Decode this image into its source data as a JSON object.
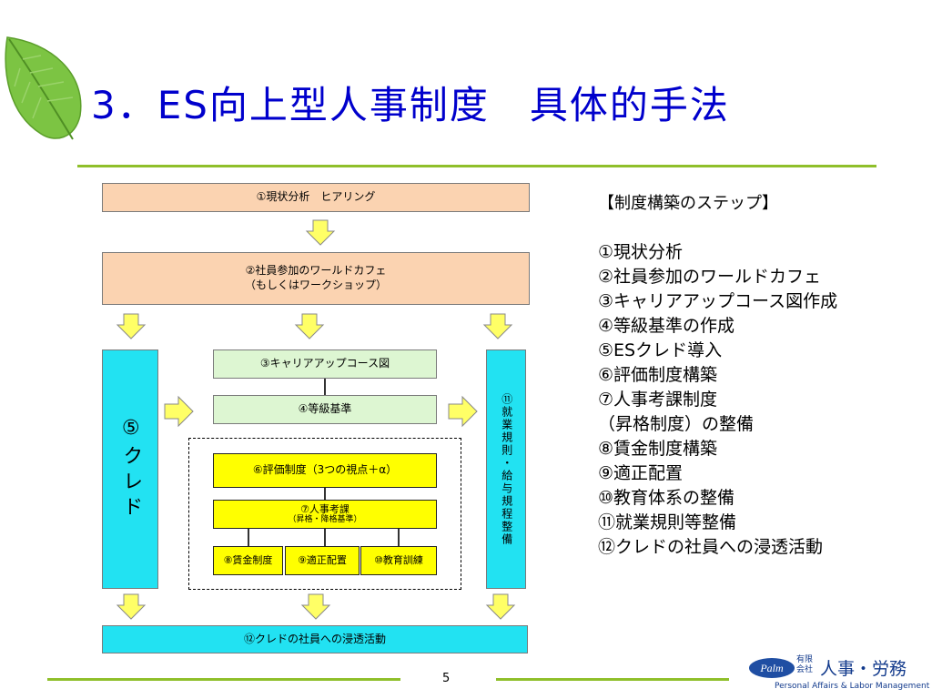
{
  "title": "3．ES向上型人事制度　具体的手法",
  "page_number": "5",
  "diagram": {
    "step1": "①現状分析　ヒアリング",
    "step2_line1": "②社員参加のワールドカフェ",
    "step2_line2": "（もしくはワークショップ）",
    "step3": "③キャリアアップコース図",
    "step4": "④等級基準",
    "step5": "⑤クレド",
    "step6": "⑥評価制度（3つの視点＋α）",
    "step7_line1": "⑦人事考課",
    "step7_line2": "（昇格・降格基準）",
    "step8": "⑧賃金制度",
    "step9": "⑨適正配置",
    "step10": "⑩教育訓練",
    "step11": "⑪就業規則・給与規程整備",
    "step12": "⑫クレドの社員への浸透活動"
  },
  "steps_panel": {
    "heading": "【制度構築のステップ】",
    "items": [
      "①現状分析",
      "②社員参加のワールドカフェ",
      "③キャリアアップコース図作成",
      "④等級基準の作成",
      "⑤ESクレド導入",
      "⑥評価制度構築",
      "⑦人事考課制度",
      "（昇格制度）の整備",
      "⑧賃金制度構築",
      "⑨適正配置",
      "⑩教育体系の整備",
      "⑪就業規則等整備",
      "⑫クレドの社員への浸透活動"
    ]
  },
  "logo": {
    "mark": "Palm",
    "kk_line1": "有限",
    "kk_line2": "会社",
    "name": "人事・労務",
    "subtitle": "Personal Affairs & Labor Management co.,Ltd."
  },
  "colors": {
    "title": "#0000cc",
    "accent_green": "#8fbf2a",
    "peach": "#fbd3b1",
    "cyan": "#22e2f2",
    "yellow": "#ffff00",
    "light_green": "#ddf6d2"
  }
}
